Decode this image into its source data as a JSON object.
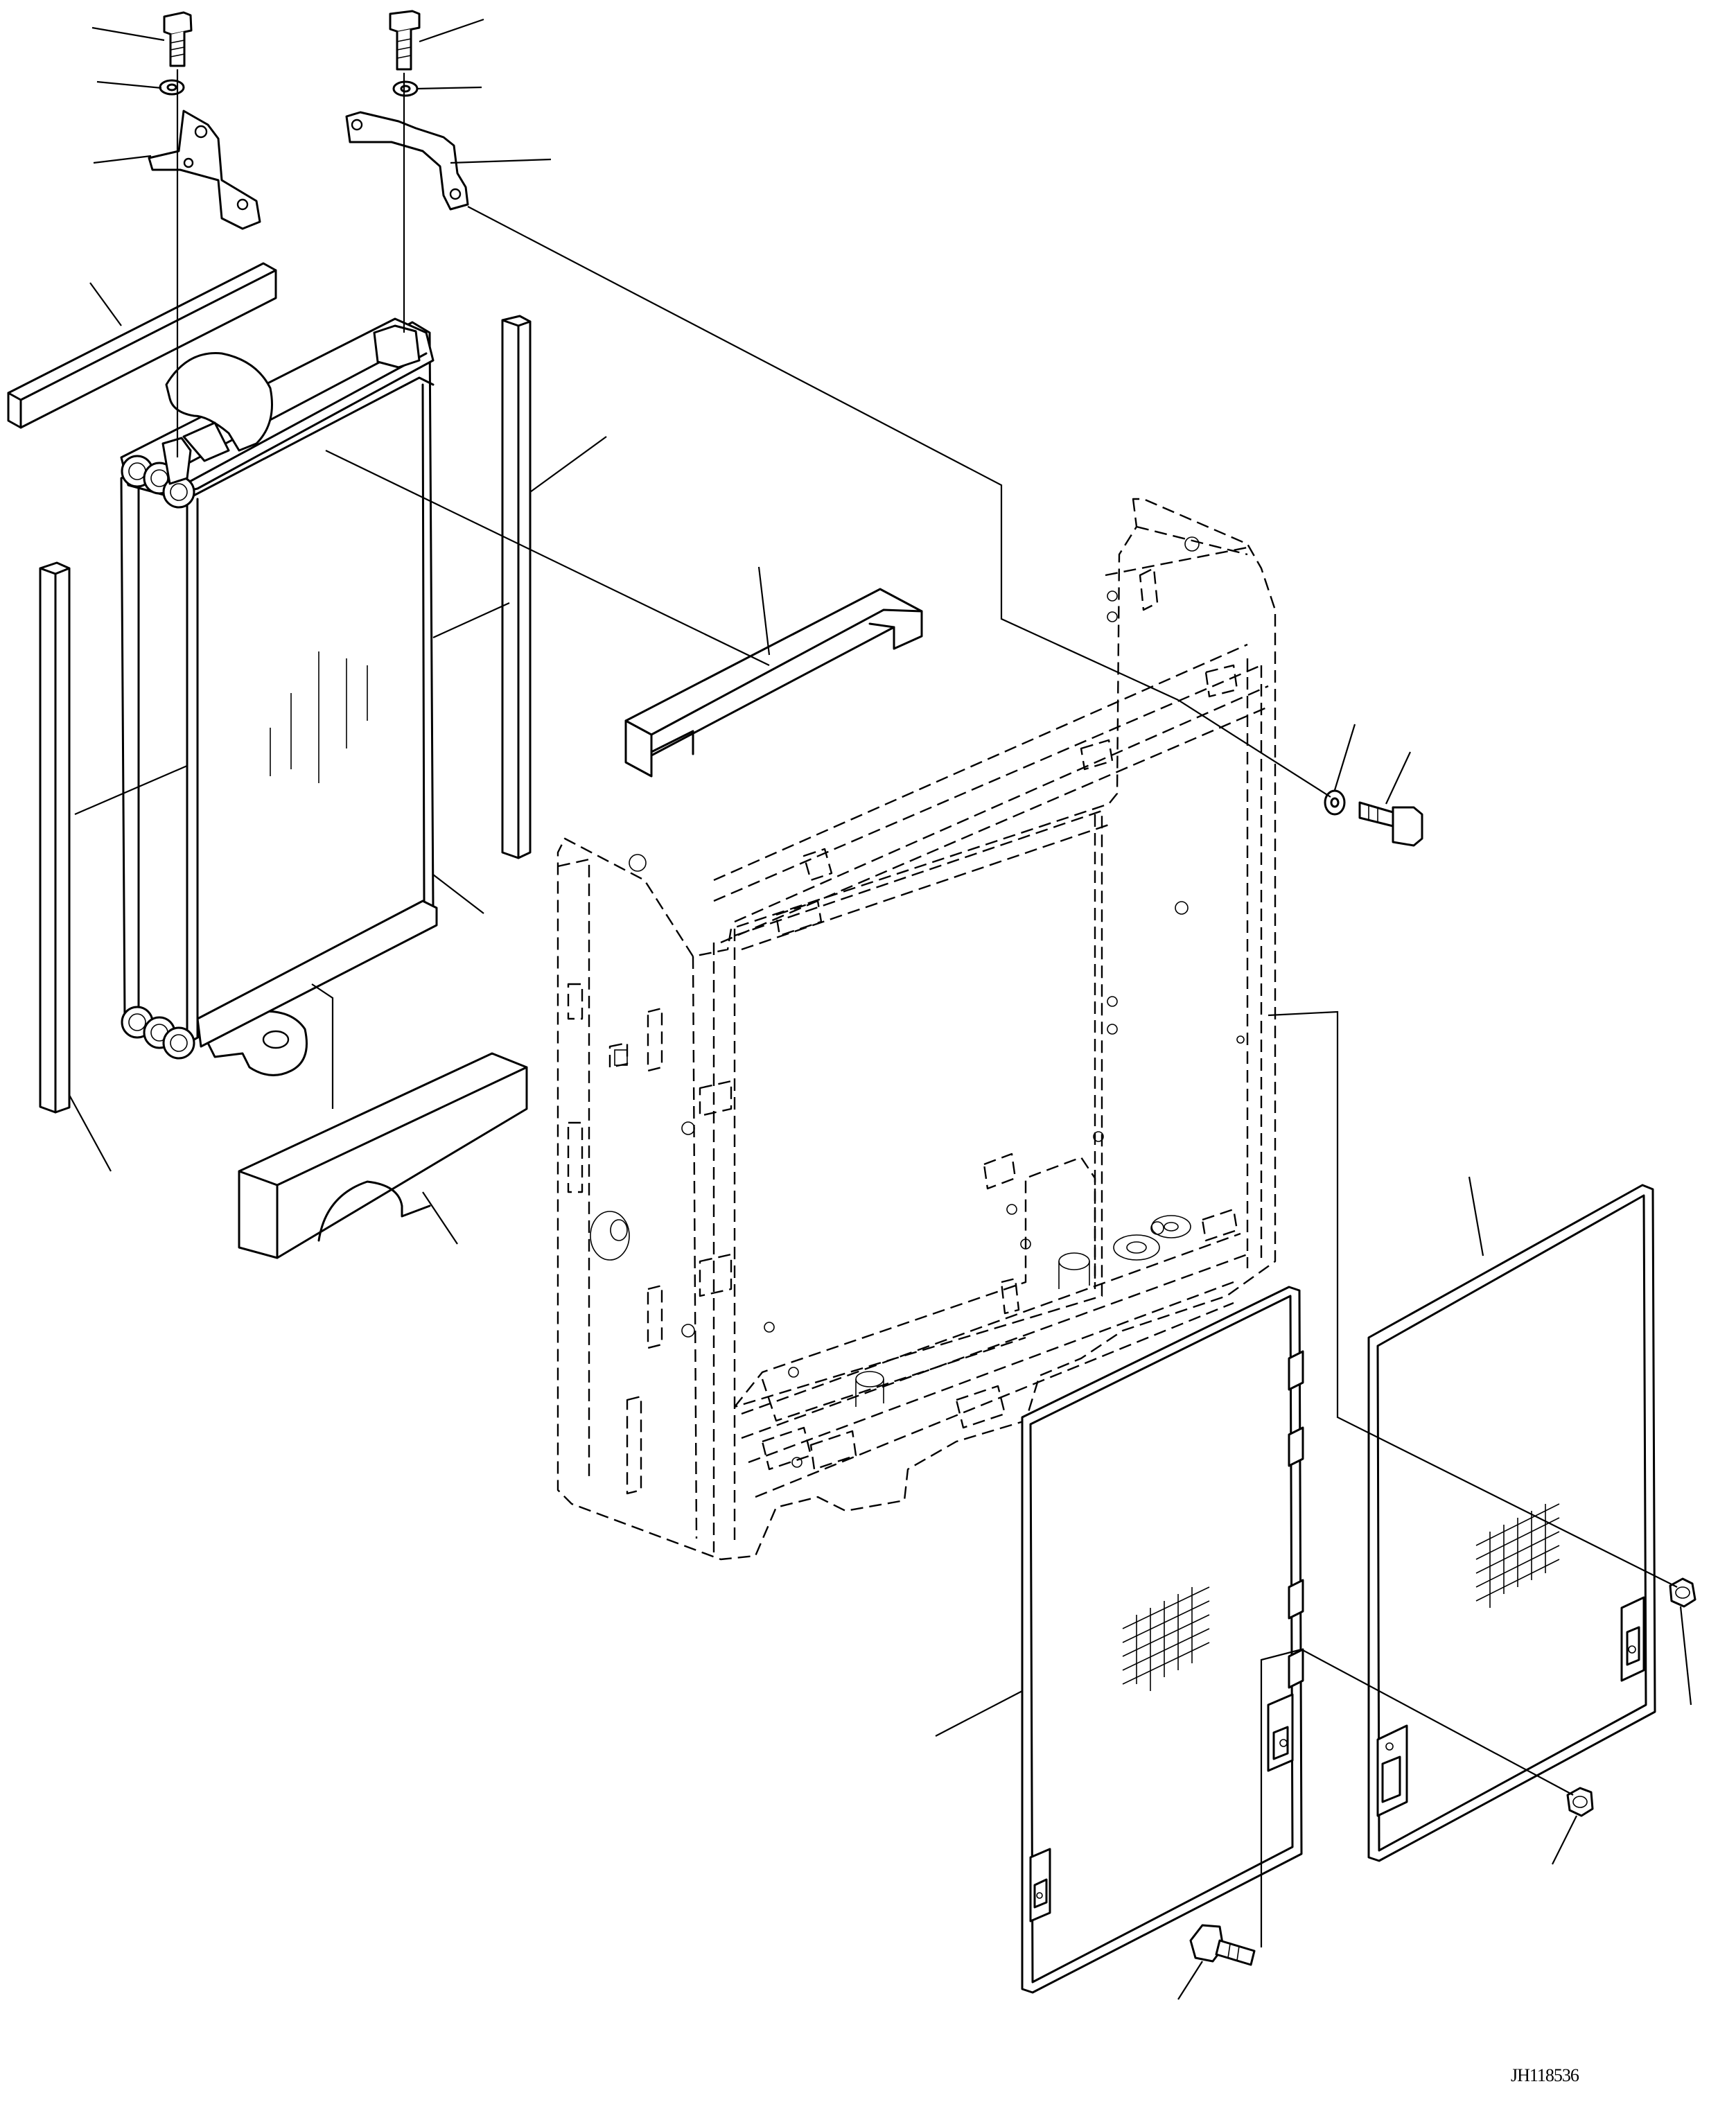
{
  "drawing": {
    "code": "JH118536"
  },
  "colors": {
    "ink": "#000000",
    "paper": "#ffffff"
  },
  "parts": [
    {
      "id": "bolt-top-left",
      "kind": "bolt"
    },
    {
      "id": "washer-top-left",
      "kind": "washer"
    },
    {
      "id": "bracket-left",
      "kind": "bracket"
    },
    {
      "id": "bolt-top-right",
      "kind": "bolt"
    },
    {
      "id": "washer-top-right",
      "kind": "washer"
    },
    {
      "id": "bracket-right",
      "kind": "bracket"
    },
    {
      "id": "seal-top",
      "kind": "foam-seal"
    },
    {
      "id": "seal-left",
      "kind": "foam-seal"
    },
    {
      "id": "seal-right",
      "kind": "foam-seal"
    },
    {
      "id": "seal-upper-center",
      "kind": "foam-seal"
    },
    {
      "id": "seal-bottom-block",
      "kind": "foam-seal"
    },
    {
      "id": "radiator-core",
      "kind": "radiator"
    },
    {
      "id": "radiator-frame",
      "kind": "frame"
    },
    {
      "id": "washer-side",
      "kind": "washer"
    },
    {
      "id": "bolt-side",
      "kind": "bolt"
    },
    {
      "id": "screen-front",
      "kind": "screen"
    },
    {
      "id": "screen-rear",
      "kind": "screen"
    },
    {
      "id": "bolt-bottom",
      "kind": "bolt"
    },
    {
      "id": "knob-rear",
      "kind": "knob"
    },
    {
      "id": "knob-front",
      "kind": "knob"
    }
  ]
}
